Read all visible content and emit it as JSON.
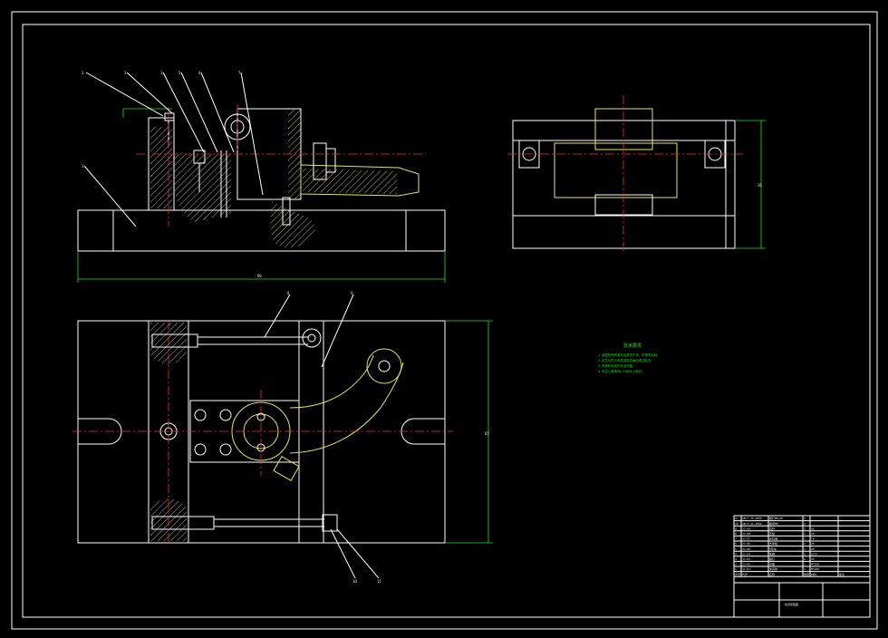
{
  "drawing": {
    "balloons_front": [
      "2",
      "3",
      "1",
      "5",
      "4",
      "7",
      "1"
    ],
    "balloons_plan": [
      "8",
      "9",
      "10",
      "11"
    ],
    "dim_front_width": "96",
    "dim_plan_height": "65",
    "dim_side_height": "36",
    "notes": {
      "title": "技术要求",
      "lines": [
        "1.装配前所有零件应清洗干净，不得有毛刺。",
        "2.定位元件与夹具体配合面应保证贴合。",
        "3.夹紧机构动作灵活可靠。",
        "4.未注公差按GB/T1804-m执行。"
      ]
    },
    "title_block": {
      "rows": [
        [
          "11",
          "GB/T 70-2000",
          "螺钉M6×20",
          "2",
          "",
          ""
        ],
        [
          "10",
          "GB/T 41-2000",
          "螺母M8",
          "4",
          "",
          ""
        ],
        [
          "9",
          "JJ-09",
          "拉杆",
          "2",
          "45",
          ""
        ],
        [
          "8",
          "JJ-08",
          "压板",
          "1",
          "45",
          ""
        ],
        [
          "7",
          "JJ-07",
          "定位销",
          "1",
          "T8",
          ""
        ],
        [
          "6",
          "JJ-06",
          "支承板",
          "2",
          "45",
          ""
        ],
        [
          "5",
          "JJ-05",
          "V形块",
          "1",
          "20",
          ""
        ],
        [
          "4",
          "JJ-04",
          "垫圈",
          "2",
          "Q235",
          ""
        ],
        [
          "3",
          "JJ-03",
          "螺钉",
          "2",
          "35",
          ""
        ],
        [
          "2",
          "JJ-02",
          "支座",
          "1",
          "HT200",
          ""
        ],
        [
          "1",
          "JJ-01",
          "夹具体",
          "1",
          "HT200",
          ""
        ]
      ],
      "header": [
        "序号",
        "代号",
        "名称",
        "数量",
        "材料",
        "备注"
      ],
      "drawing_name": "夹具装配图"
    }
  }
}
